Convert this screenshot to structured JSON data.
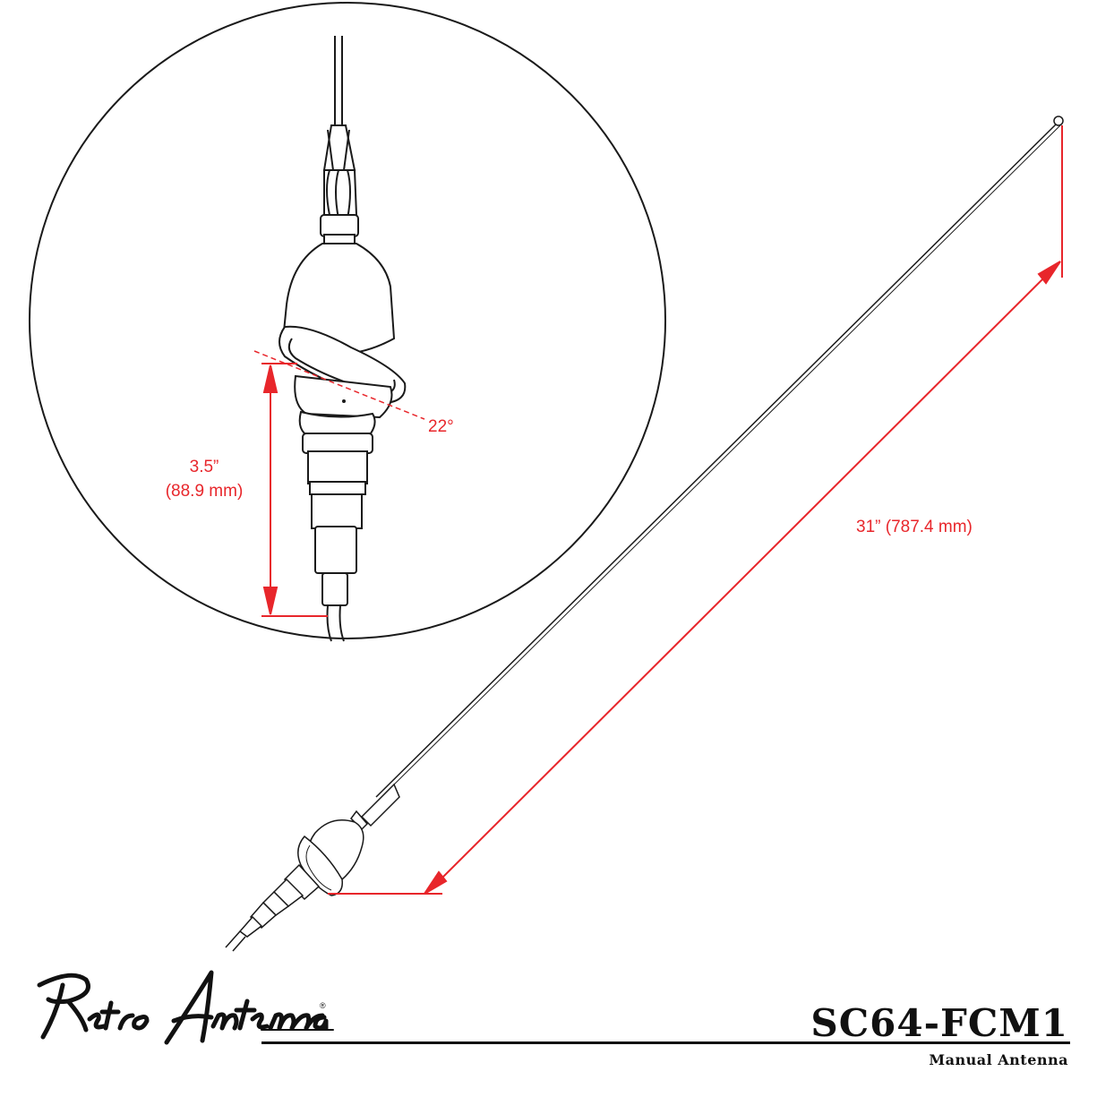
{
  "dimensions": {
    "base_height": [
      "3.5”",
      "(88.9 mm)"
    ],
    "mount_angle": "22°",
    "mast_length": "31” (787.4 mm)"
  },
  "brand": {
    "logo_text": "RetroAntenna",
    "registered": "®"
  },
  "product": {
    "code": "SC64-FCM1",
    "description": "Manual Antenna"
  },
  "colors": {
    "dimension": "#e8262b",
    "line": "#1a1a1a",
    "body_fill": "#ffffff"
  }
}
